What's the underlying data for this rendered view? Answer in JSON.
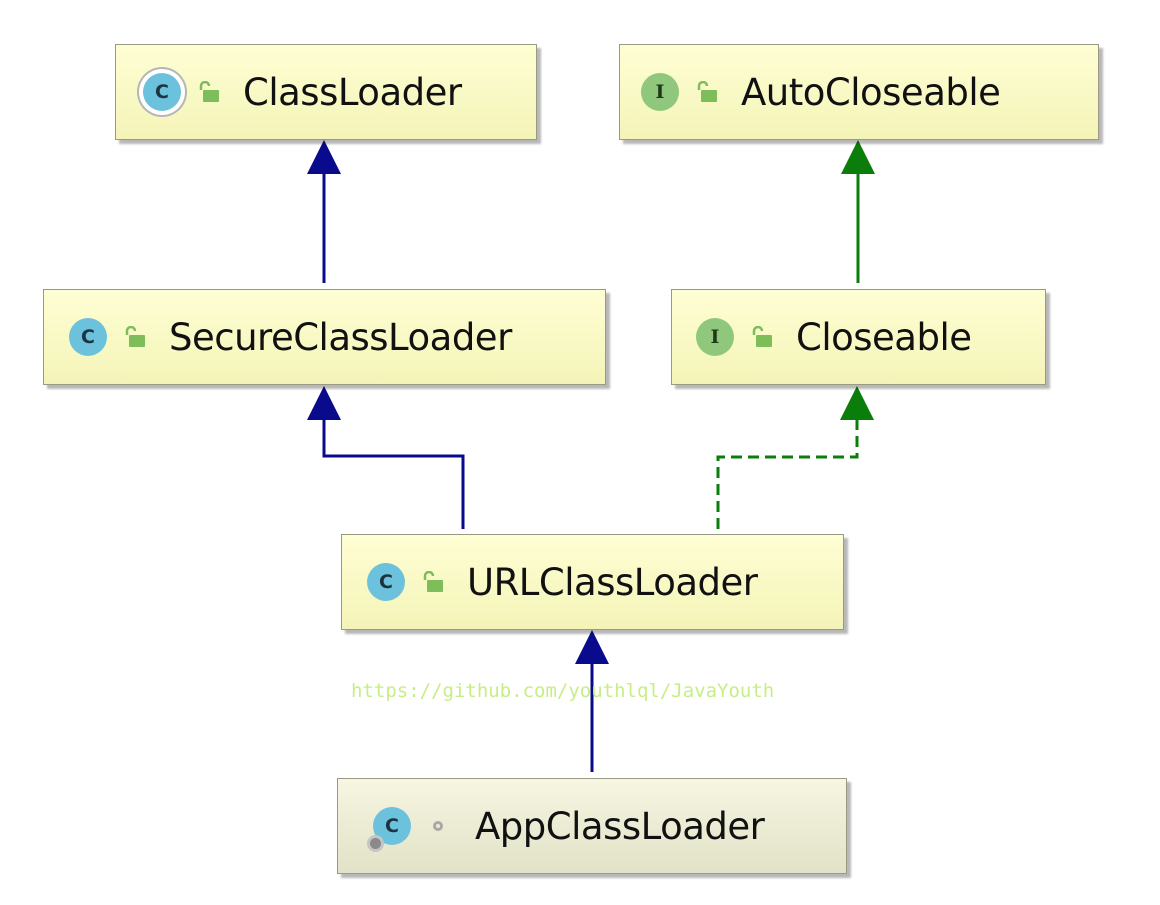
{
  "diagram": {
    "nodes": [
      {
        "id": "classloader",
        "label": "ClassLoader",
        "kind": "C",
        "kind_type": "abstract-class",
        "visibility": "public"
      },
      {
        "id": "autocloseable",
        "label": "AutoCloseable",
        "kind": "I",
        "kind_type": "interface",
        "visibility": "public"
      },
      {
        "id": "secureclassloader",
        "label": "SecureClassLoader",
        "kind": "C",
        "kind_type": "class",
        "visibility": "public"
      },
      {
        "id": "closeable",
        "label": "Closeable",
        "kind": "I",
        "kind_type": "interface",
        "visibility": "public"
      },
      {
        "id": "urlclassloader",
        "label": "URLClassLoader",
        "kind": "C",
        "kind_type": "class",
        "visibility": "public"
      },
      {
        "id": "appclassloader",
        "label": "AppClassLoader",
        "kind": "C",
        "kind_type": "static-nested-class",
        "visibility": "package-private"
      }
    ],
    "edges": [
      {
        "from": "secureclassloader",
        "to": "classloader",
        "type": "extends",
        "color": "#0a0a8c"
      },
      {
        "from": "closeable",
        "to": "autocloseable",
        "type": "extends",
        "color": "#0a7d0a"
      },
      {
        "from": "urlclassloader",
        "to": "secureclassloader",
        "type": "extends",
        "color": "#0a0a8c"
      },
      {
        "from": "urlclassloader",
        "to": "closeable",
        "type": "implements",
        "color": "#0a7d0a"
      },
      {
        "from": "appclassloader",
        "to": "urlclassloader",
        "type": "extends",
        "color": "#0a0a8c"
      }
    ],
    "watermark": "https://github.com/youthlql/JavaYouth"
  },
  "colors": {
    "extends": "#0a0a8c",
    "implements": "#0a7d0a",
    "class_icon": "#6cc1dc",
    "interface_icon": "#8fc87c",
    "node_fill": "#fefed4",
    "lock_icon": "#7dbd5a",
    "watermark": "#c7ee85"
  }
}
